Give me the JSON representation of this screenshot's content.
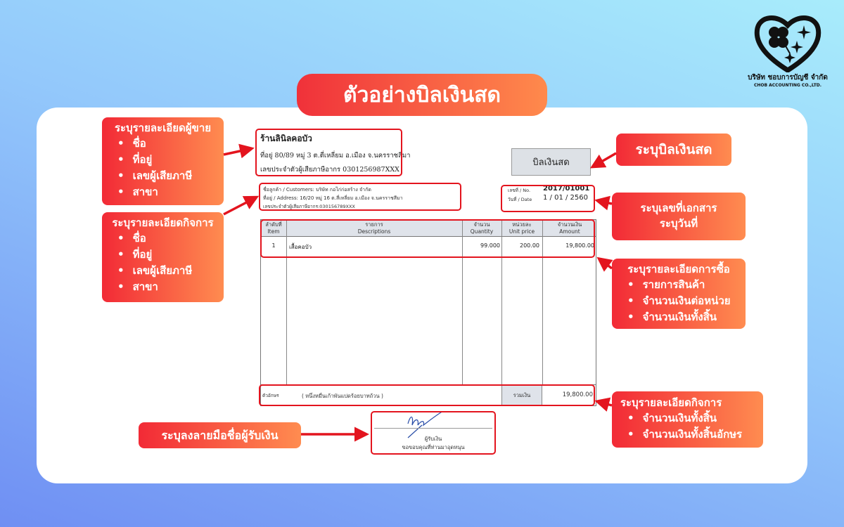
{
  "title": "ตัวอย่างบิลเงินสด",
  "logo": {
    "company_th": "บริษัท ชอบการบัญชี จำกัด",
    "company_en": "CHOB ACCOUNTING CO.,LTD."
  },
  "callouts": {
    "seller": {
      "heading": "ระบุรายละเอียดผู้ขาย",
      "items": [
        "ชื่อ",
        "ที่อยู่",
        "เลขผู้เสียภาษี",
        "สาขา"
      ]
    },
    "customer": {
      "heading": "ระบุรายละเอียดกิจการ",
      "items": [
        "ชื่อ",
        "ที่อยู่",
        "เลขผู้เสียภาษี",
        "สาขา"
      ]
    },
    "bill_type": {
      "heading": "ระบุบิลเงินสด"
    },
    "doc_number": {
      "line1": "ระบุเลขที่เอกสาร",
      "line2": "ระบุวันที่"
    },
    "purchase": {
      "heading": "ระบุรายละเอียดการซื้อ",
      "items": [
        "รายการสินค้า",
        "จำนวนเงินต่อหน่วย",
        "จำนวนเงินทั้งสิ้น"
      ]
    },
    "total": {
      "heading": "ระบุรายละเอียดกิจการ",
      "items": [
        "จำนวนเงินทั้งสิ้น",
        "จำนวนเงินทั้งสิ้นอักษร"
      ]
    },
    "signature": {
      "heading": "ระบุลงลายมือชื่อผู้รับเงิน"
    }
  },
  "bill": {
    "seller_name": "ร้านลินิลคอบัว",
    "seller_address": "ที่อยู่ 80/89 หมู่ 3 ต.ตี่เหลี่ยม อ.เมือง จ.นครราชสีมา",
    "seller_tax": "เลขประจำตัวผู้เสียภาษีอากร 0301256987XXX",
    "customer_name": "ชื่อลูกค้า / Customers: บริษัท กอไก่ก่อสร้าง จำกัด",
    "customer_address": "ที่อยู่ / Address: 16/20 หมู่ 16 ต.สี่เหลี่ยม อ.เมือง จ.นครราชสีมา",
    "customer_tax": "เลขประจำตัวผู้เสียภาษีอากร:030156789XXX",
    "doc_type": "บิลเงินสด",
    "no_label": "เลขที่ / No.",
    "no_value": "2017/01001",
    "date_label": "วันที่ / Date",
    "date_value": "1 / 01 / 2560",
    "headers": [
      {
        "th": "ลำดับที่",
        "en": "Item"
      },
      {
        "th": "รายการ",
        "en": "Descriptions"
      },
      {
        "th": "จำนวน",
        "en": "Quantity"
      },
      {
        "th": "หน่วยละ",
        "en": "Unit price"
      },
      {
        "th": "จำนวนเงิน",
        "en": "Amount"
      }
    ],
    "rows": [
      {
        "item": "1",
        "desc": "เสื้อคอบัว",
        "qty": "99.000",
        "unit": "200.00",
        "amount": "19,800.00"
      }
    ],
    "words_label": "ตัวอักษร",
    "words_value": "( หนึ่งหมื่นเก้าพันแปดร้อยบาทถ้วน )",
    "total_label": "รวมเงิน",
    "total_value": "19,800.00",
    "receiver_label": "ผู้รับเงิน",
    "thanks": "ขอขอบคุณที่ท่านมาอุดหนุน"
  }
}
